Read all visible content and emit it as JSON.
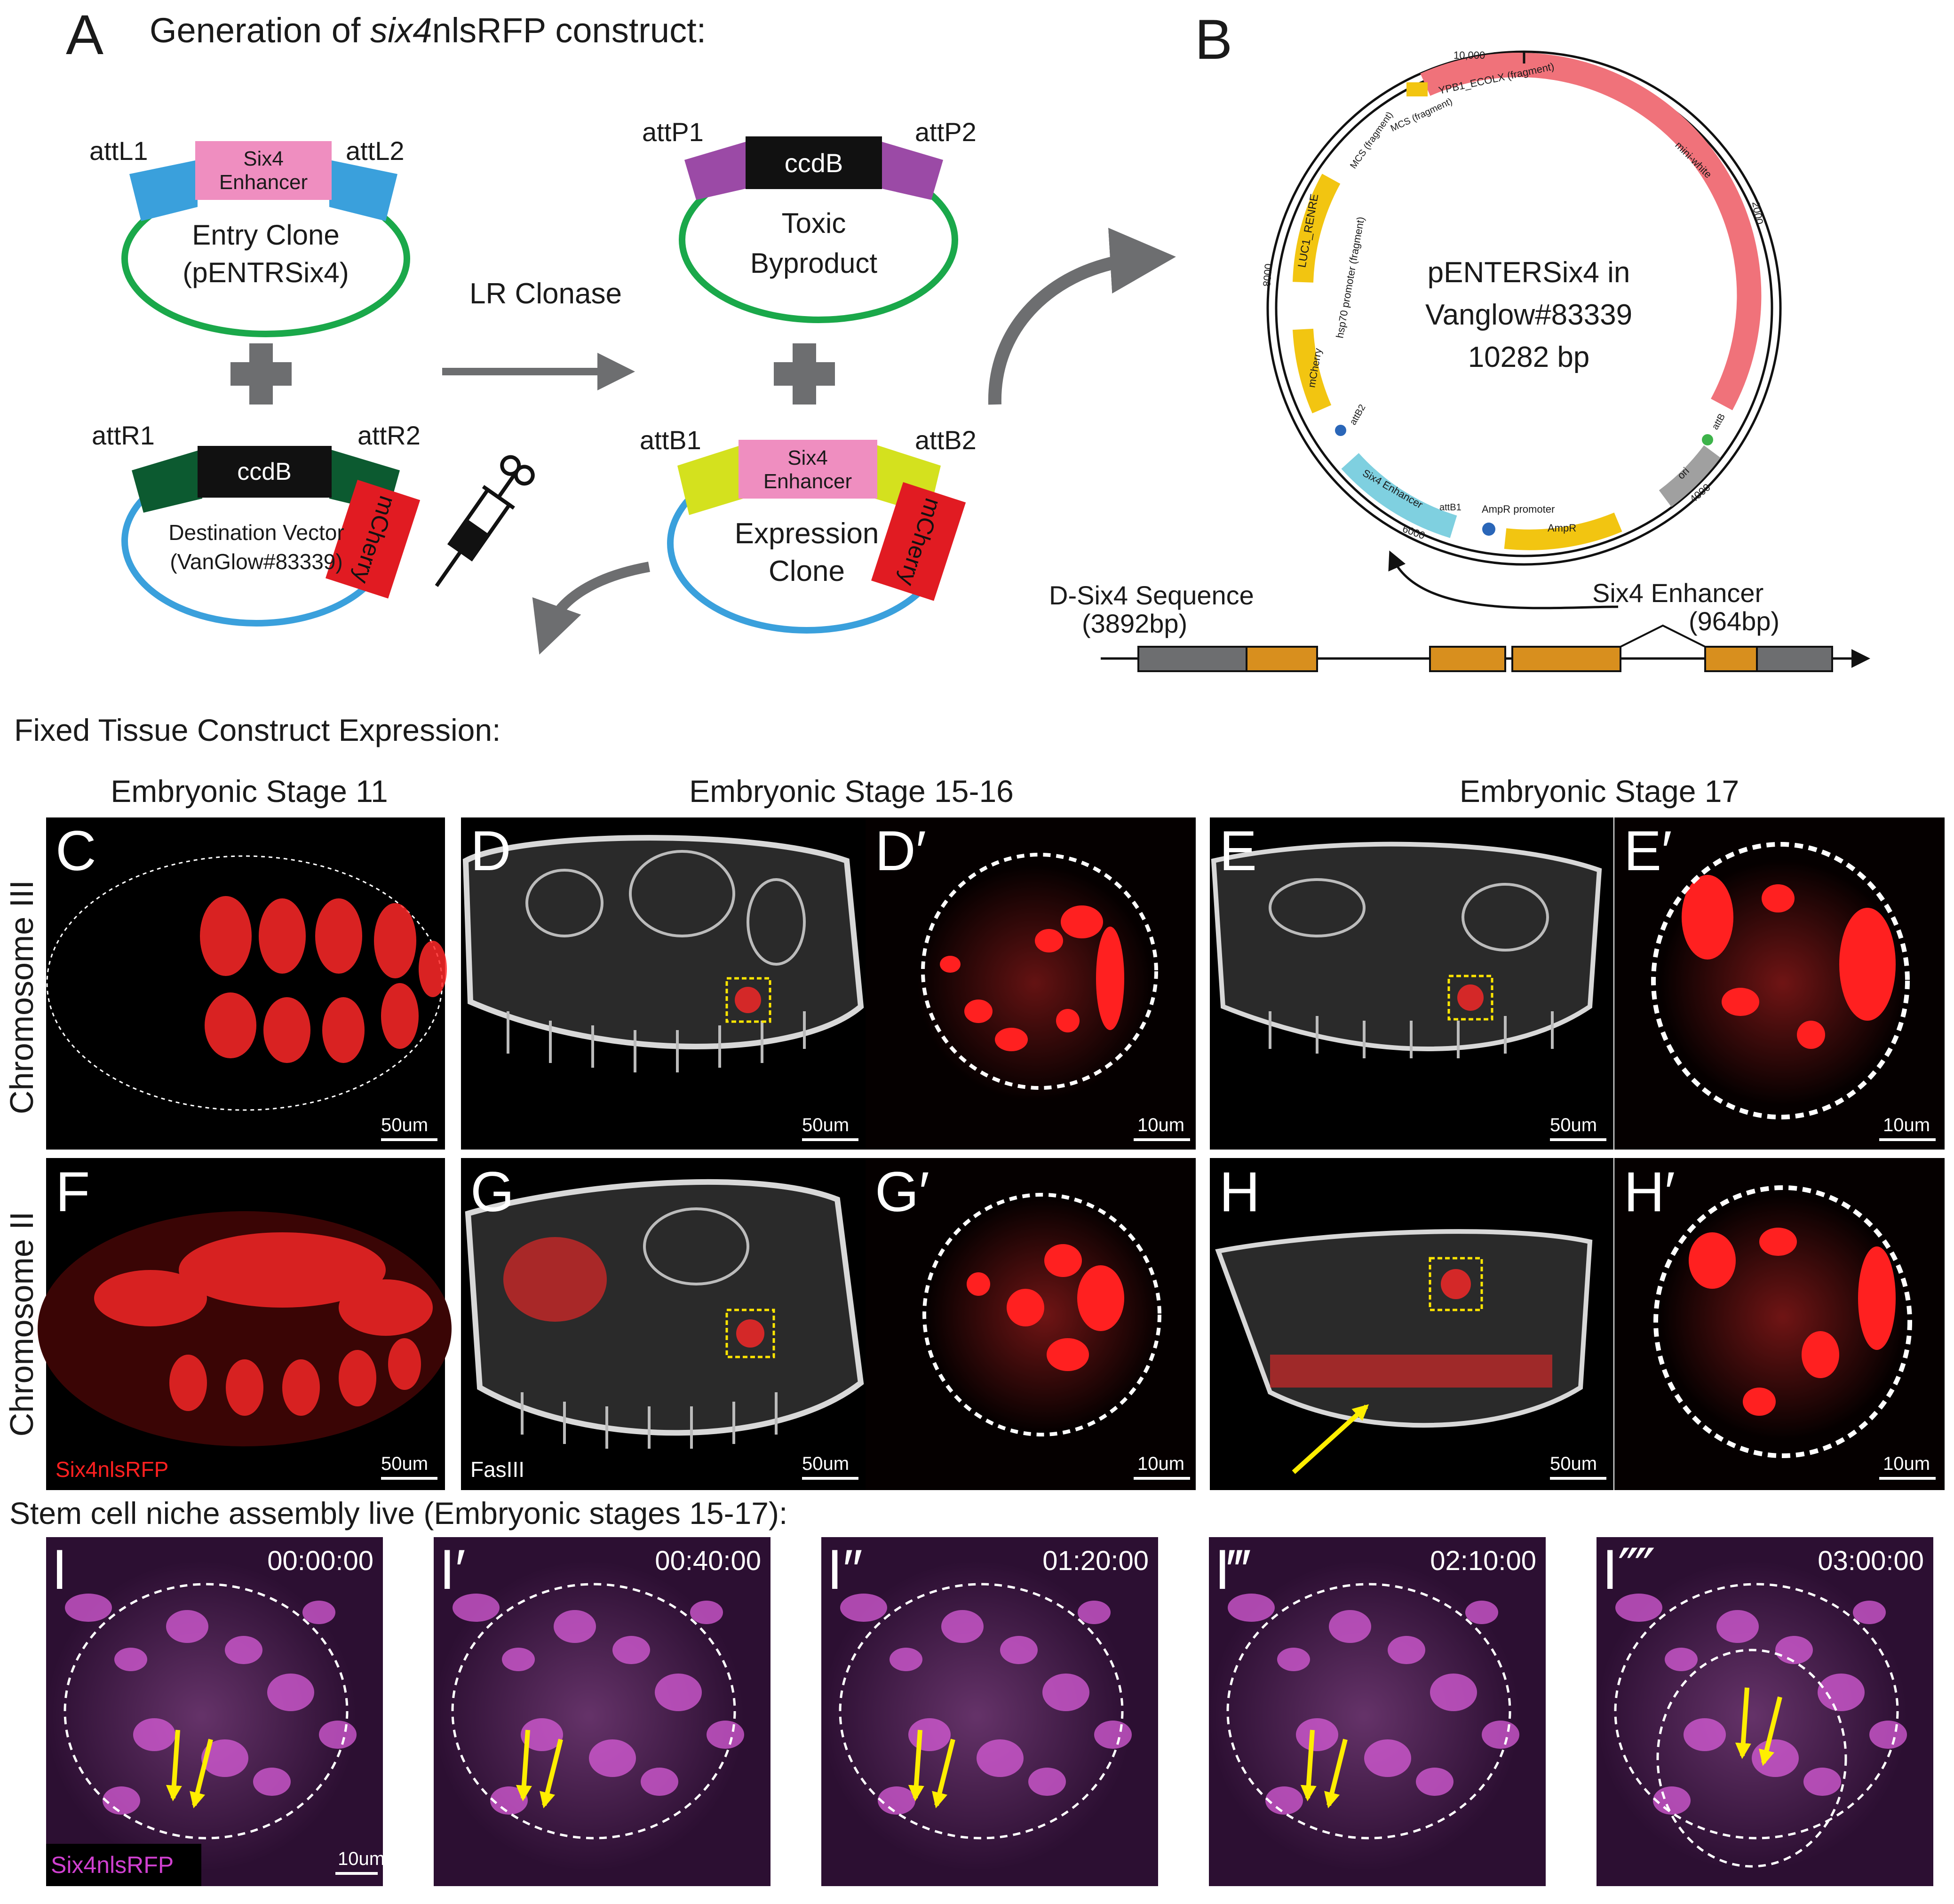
{
  "panel_a": {
    "letter": "A",
    "title_pre": "Generation of ",
    "title_em": "six4",
    "title_post": "nlsRFP construct:",
    "entry": {
      "left": "attL1",
      "right": "attL2",
      "insert_l1": "Six4",
      "insert_l2": "Enhancer",
      "name_l1": "Entry Clone",
      "name_l2": "(pENTRSix4)"
    },
    "toxic": {
      "left": "attP1",
      "right": "attP2",
      "insert": "ccdB",
      "name_l1": "Toxic",
      "name_l2": "Byproduct"
    },
    "dest": {
      "left": "attR1",
      "right": "attR2",
      "insert": "ccdB",
      "marker": "mCherry",
      "name_l1": "Destination Vector",
      "name_l2": "(VanGlow#83339)"
    },
    "expr": {
      "left": "attB1",
      "right": "attB2",
      "insert_l1": "Six4",
      "insert_l2": "Enhancer",
      "marker": "mCherry",
      "name_l1": "Expression",
      "name_l2": "Clone"
    },
    "reaction": "LR Clonase"
  },
  "panel_b": {
    "letter": "B",
    "name_l1": "pENTERSix4 in",
    "name_l2": "Vanglow#83339",
    "name_l3": "10282 bp",
    "ticks": [
      "10,000",
      "2000",
      "4000",
      "6000",
      "8000"
    ],
    "features": [
      "YPB1_ECOLX (fragment)",
      "mini-white",
      "MCS (fragment)",
      "MCS (fragment)",
      "LUC1_RENRE",
      "hsp70 promoter (fragment)",
      "mCherry",
      "attB2",
      "Six4 Enhancer",
      "attB1",
      "AmpR promoter",
      "AmpR",
      "ori",
      "attB"
    ],
    "sequence_label_l1": "D-Six4 Sequence",
    "sequence_label_l2": "(3892bp)",
    "enhancer_label_l1": "Six4 Enhancer",
    "enhancer_label_l2": "(964bp)"
  },
  "section_fixed": "Fixed Tissue Construct Expression:",
  "stages": [
    "Embryonic Stage 11",
    "Embryonic Stage 15-16",
    "Embryonic Stage 17"
  ],
  "rows": [
    "Chromosome III",
    "Chromosome II"
  ],
  "panels": {
    "C": {
      "label": "C",
      "scale": "50um"
    },
    "D": {
      "label": "D",
      "scale": "50um"
    },
    "Dp": {
      "label": "D′",
      "scale": "10um"
    },
    "E": {
      "label": "E",
      "scale": "50um"
    },
    "Ep": {
      "label": "E′",
      "scale": "10um"
    },
    "F": {
      "label": "F",
      "scale": "50um",
      "stain": "Six4nlsRFP"
    },
    "G": {
      "label": "G",
      "scale": "50um",
      "stain": "FasIII"
    },
    "Gp": {
      "label": "G′",
      "scale": "10um"
    },
    "H": {
      "label": "H",
      "scale": "50um"
    },
    "Hp": {
      "label": "H′",
      "scale": "10um"
    }
  },
  "section_live": "Stem cell niche assembly live (Embryonic stages 15-17):",
  "live": [
    {
      "label": "I",
      "time": "00:00:00"
    },
    {
      "label": "I′",
      "time": "00:40:00"
    },
    {
      "label": "I″",
      "time": "01:20:00"
    },
    {
      "label": "I‴",
      "time": "02:10:00"
    },
    {
      "label": "I⁗",
      "time": "03:00:00"
    }
  ],
  "live_stain": "Six4nlsRFP",
  "live_scale": "10um",
  "colors": {
    "rfp": "#ff2020",
    "magenta": "#d040d0",
    "arrow_yellow": "#ffee00",
    "box_yellow": "#ffe500",
    "grey_arrow": "#6d6e70",
    "green_backbone": "#1aa84a",
    "blue_backbone": "#3aa0dc",
    "pink_insert": "#ef8ec0",
    "purple_arm": "#9b4aa6",
    "lime_arm": "#d4e11e",
    "dark_green_arm": "#0c5a30",
    "red_marker": "#e11b22"
  }
}
